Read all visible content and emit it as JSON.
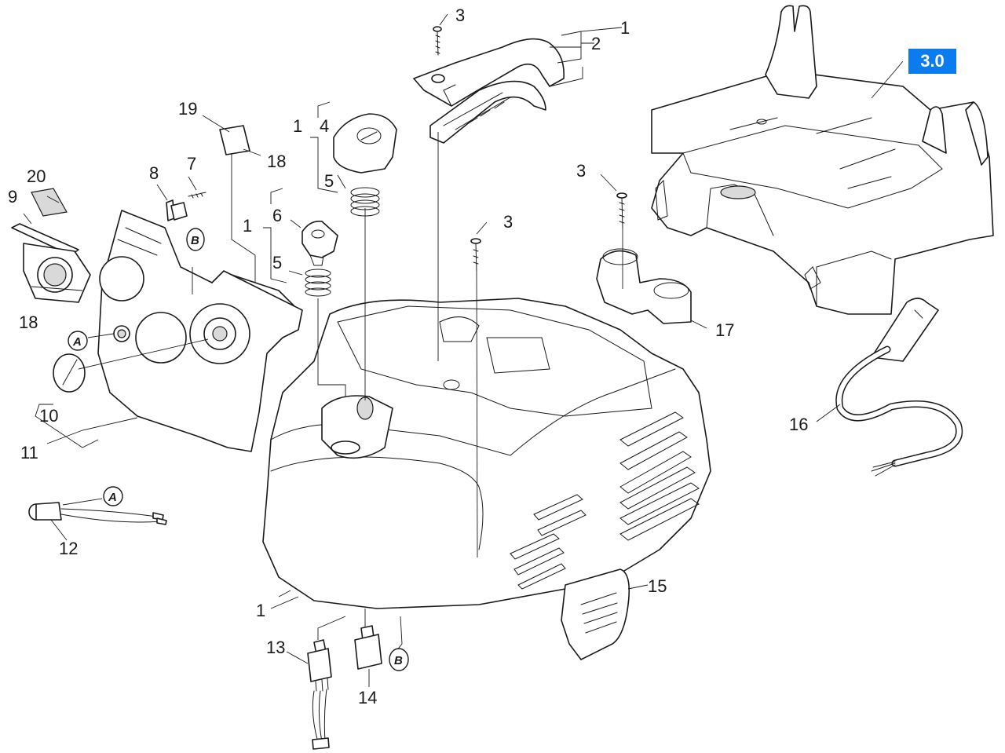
{
  "badge": {
    "label": "3.0",
    "color": "#0a7cf0"
  },
  "callouts": [
    {
      "id": "c1",
      "text": "1"
    },
    {
      "id": "c2",
      "text": "2"
    },
    {
      "id": "c3a",
      "text": "3"
    },
    {
      "id": "c1b",
      "text": "1"
    },
    {
      "id": "c4",
      "text": "4"
    },
    {
      "id": "c5a",
      "text": "5"
    },
    {
      "id": "c19",
      "text": "19"
    },
    {
      "id": "c18a",
      "text": "18"
    },
    {
      "id": "c20",
      "text": "20"
    },
    {
      "id": "c8",
      "text": "8"
    },
    {
      "id": "c7",
      "text": "7"
    },
    {
      "id": "c9",
      "text": "9"
    },
    {
      "id": "c6",
      "text": "6"
    },
    {
      "id": "c1c",
      "text": "1"
    },
    {
      "id": "c5b",
      "text": "5"
    },
    {
      "id": "c3b",
      "text": "3"
    },
    {
      "id": "c3c",
      "text": "3"
    },
    {
      "id": "c17",
      "text": "17"
    },
    {
      "id": "c18b",
      "text": "18"
    },
    {
      "id": "c10",
      "text": "10"
    },
    {
      "id": "c11",
      "text": "11"
    },
    {
      "id": "c16",
      "text": "16"
    },
    {
      "id": "c12",
      "text": "12"
    },
    {
      "id": "c15",
      "text": "15"
    },
    {
      "id": "c1d",
      "text": "1"
    },
    {
      "id": "c13",
      "text": "13"
    },
    {
      "id": "c14",
      "text": "14"
    }
  ],
  "markers": [
    {
      "id": "mB1",
      "text": "B"
    },
    {
      "id": "mA1",
      "text": "A"
    },
    {
      "id": "mA2",
      "text": "A"
    },
    {
      "id": "mB2",
      "text": "B"
    }
  ]
}
